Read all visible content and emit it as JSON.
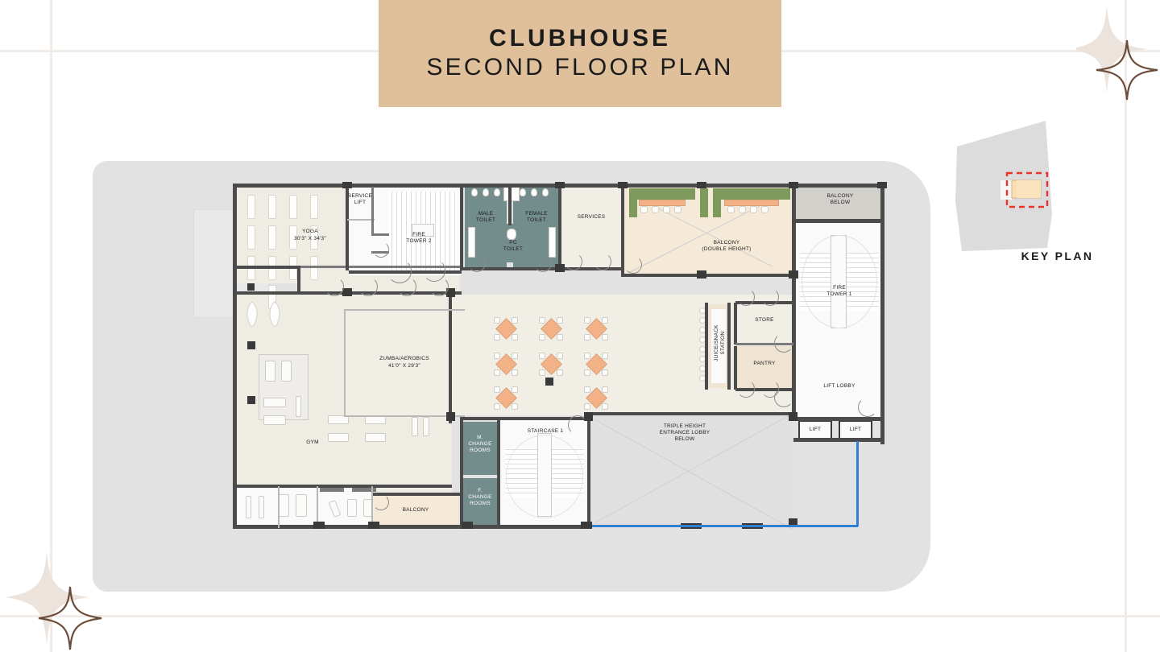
{
  "header": {
    "title_main": "CLUBHOUSE",
    "title_sub": "SECOND FLOOR PLAN",
    "banner_color": "#e0bf9b"
  },
  "keyplan": {
    "label": "KEY PLAN",
    "site_color": "#dcdcdc",
    "highlight_color": "#e8342a",
    "building_color": "#f7d7ab"
  },
  "frame": {
    "line_color": "#f2ece9"
  },
  "decor": {
    "sparkle_fill": "#ece3dc",
    "sparkle_stroke": "#6b4c3b",
    "sparkles": [
      {
        "name": "sparkle-top-right-filled"
      },
      {
        "name": "sparkle-top-right-outline"
      },
      {
        "name": "sparkle-bottom-left-filled"
      },
      {
        "name": "sparkle-bottom-left-outline"
      }
    ]
  },
  "plan": {
    "background_color": "#e2e2e2",
    "wall_color": "#4b4b4b",
    "rooms": [
      {
        "id": "yoga",
        "label": "YOGA",
        "dims": "30'3\" X 34'3\""
      },
      {
        "id": "service_lift",
        "label": "SERVICE\nLIFT",
        "dims": ""
      },
      {
        "id": "fire_tower_2",
        "label": "FIRE\nTOWER 2",
        "dims": ""
      },
      {
        "id": "male_toilet",
        "label": "MALE\nTOILET",
        "dims": ""
      },
      {
        "id": "female_toilet",
        "label": "FEMALE\nTOILET",
        "dims": ""
      },
      {
        "id": "pc_toilet",
        "label": "PC\nTOILET",
        "dims": ""
      },
      {
        "id": "services",
        "label": "SERVICES",
        "dims": ""
      },
      {
        "id": "balcony_dh",
        "label": "BALCONY\n(DOUBLE HEIGHT)",
        "dims": ""
      },
      {
        "id": "balcony_below",
        "label": "BALCONY\nBELOW",
        "dims": ""
      },
      {
        "id": "zumba",
        "label": "ZUMBA/AEROBICS",
        "dims": "41'0\" X 29'3\""
      },
      {
        "id": "gym",
        "label": "GYM",
        "dims": ""
      },
      {
        "id": "juice",
        "label": "JUICE/SNACK\nSTATION",
        "dims": ""
      },
      {
        "id": "store",
        "label": "STORE",
        "dims": ""
      },
      {
        "id": "pantry",
        "label": "PANTRY",
        "dims": ""
      },
      {
        "id": "fire_tower_1",
        "label": "FIRE\nTOWER 1",
        "dims": ""
      },
      {
        "id": "lift_lobby",
        "label": "LIFT LOBBY",
        "dims": ""
      },
      {
        "id": "lift_a",
        "label": "LIFT",
        "dims": ""
      },
      {
        "id": "lift_b",
        "label": "LIFT",
        "dims": ""
      },
      {
        "id": "m_change",
        "label": "M.\nCHANGE\nROOMS",
        "dims": ""
      },
      {
        "id": "f_change",
        "label": "F.\nCHANGE\nROOMS",
        "dims": ""
      },
      {
        "id": "staircase_1",
        "label": "STAIRCASE 1",
        "dims": ""
      },
      {
        "id": "lobby_below",
        "label": "TRIPLE HEIGHT\nENTRANCE LOBBY\nBELOW",
        "dims": ""
      },
      {
        "id": "balcony_s",
        "label": "BALCONY",
        "dims": ""
      }
    ]
  }
}
